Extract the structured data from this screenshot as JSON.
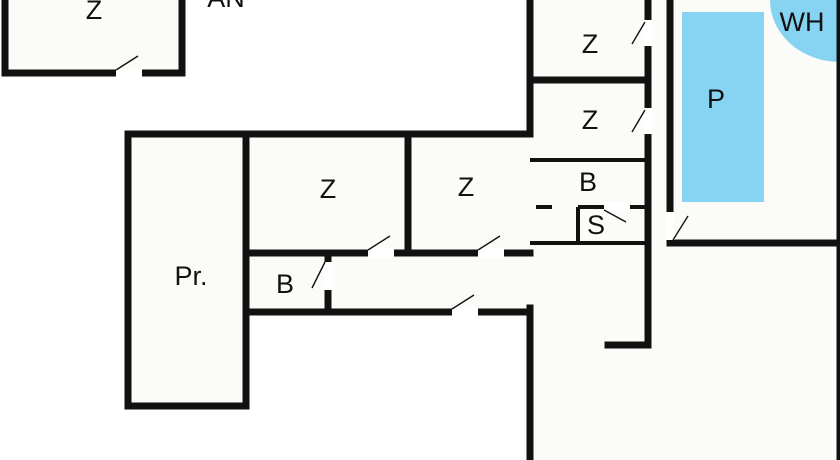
{
  "labels": {
    "room_top_left": "Z",
    "area_top_partial": "AN",
    "room_top_right_1": "Z",
    "room_top_right_2": "Z",
    "pool": "P",
    "whirlpool": "WH",
    "room_mid_left": "Z",
    "room_mid_center": "Z",
    "bath_right": "B",
    "sauna": "S",
    "storage": "Pr.",
    "bath_left": "B"
  },
  "colors": {
    "wall": "#111111",
    "floor": "#fbfbf8",
    "water": "#87d3f2"
  }
}
